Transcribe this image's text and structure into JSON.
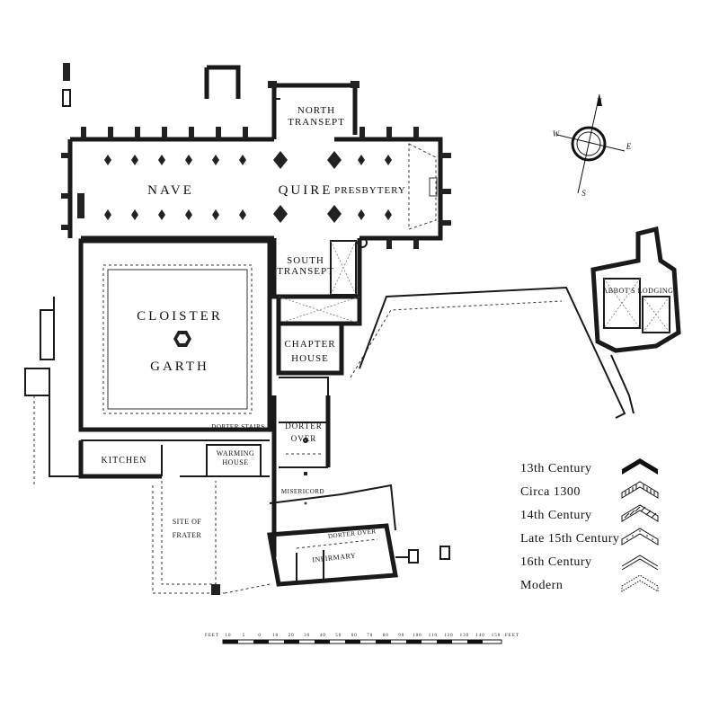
{
  "labels": {
    "north_transept": [
      "NORTH",
      "TRANSEPT"
    ],
    "nave": "NAVE",
    "quire": "QUIRE",
    "presbytery": "PRESBYTERY",
    "south_transept": [
      "SOUTH",
      "TRANSEPT"
    ],
    "cloister_garth": [
      "CLOISTER",
      "GARTH"
    ],
    "chapter_house": [
      "CHAPTER",
      "HOUSE"
    ],
    "abbots_lodging": "ABBOT'S LODGING",
    "dorter_stairs": "DORTER STAIRS",
    "dorter_over": [
      "DORTER",
      "OVER"
    ],
    "kitchen": "KITCHEN",
    "warming_house": [
      "WARMING",
      "HOUSE"
    ],
    "misericord": "MISERICORD",
    "site_of_frater": [
      "SITE OF",
      "FRATER"
    ],
    "infirmary": "INFIRMARY",
    "infirmary_dorter": "DORTER OVER"
  },
  "compass": {
    "n": "N",
    "e": "E",
    "s": "S",
    "w": "W",
    "icon": "compass-rose-icon"
  },
  "legend": [
    {
      "label": "13th Century",
      "pattern": "solid"
    },
    {
      "label": "Circa 1300",
      "pattern": "hatch-vertical"
    },
    {
      "label": "14th Century",
      "pattern": "hatch-diagonal"
    },
    {
      "label": "Late 15th Century",
      "pattern": "dots"
    },
    {
      "label": "16th Century",
      "pattern": "double-line"
    },
    {
      "label": "Modern",
      "pattern": "dotted"
    }
  ],
  "scale": {
    "start_label": "FEET",
    "end_label": "FEET",
    "ticks": [
      "10",
      "5",
      "0",
      "10",
      "20",
      "30",
      "40",
      "50",
      "60",
      "70",
      "80",
      "90",
      "100",
      "110",
      "120",
      "130",
      "140",
      "150"
    ]
  }
}
